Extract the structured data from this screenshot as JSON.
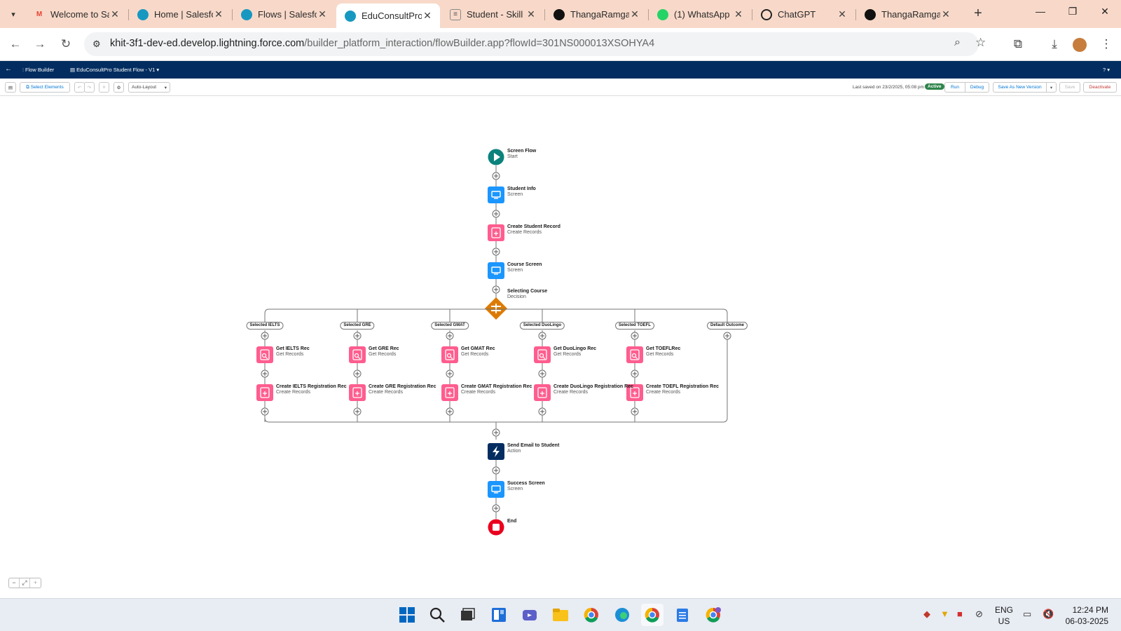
{
  "browser": {
    "tabs": [
      {
        "title": "Welcome to Sa",
        "icon": "gmail-icon",
        "active": false
      },
      {
        "title": "Home | Salesfo",
        "icon": "salesforce-icon",
        "active": false
      },
      {
        "title": "Flows | Salesfo",
        "icon": "salesforce-icon",
        "active": false
      },
      {
        "title": "EduConsultPro",
        "icon": "salesforce-icon",
        "active": true
      },
      {
        "title": "Student - Skill",
        "icon": "document-icon",
        "active": false
      },
      {
        "title": "ThangaRamga",
        "icon": "github-icon",
        "active": false
      },
      {
        "title": "(1) WhatsApp",
        "icon": "whatsapp-icon",
        "active": false
      },
      {
        "title": "ChatGPT",
        "icon": "chatgpt-icon",
        "active": false
      },
      {
        "title": "ThangaRamga",
        "icon": "github-icon",
        "active": false
      }
    ],
    "url_host": "khit-3f1-dev-ed.develop.lightning.force.com",
    "url_path": "/builder_platform_interaction/flowBuilder.app?flowId=301NS000013XSOHYA4"
  },
  "sf_header": {
    "app_name": "Flow Builder",
    "flow_name": "EduConsultPro Student Flow - V1",
    "help": "?"
  },
  "toolbar": {
    "select_elements": "Select Elements",
    "layout": "Auto-Layout",
    "last_saved": "Last saved on 23/2/2025, 05:08 pm",
    "status": "Active",
    "run": "Run",
    "debug": "Debug",
    "save_as": "Save As New Version",
    "save": "Save",
    "deactivate": "Deactivate"
  },
  "flow": {
    "main": [
      {
        "name": "Screen Flow",
        "type": "Start",
        "kind": "start"
      },
      {
        "name": "Student Info",
        "type": "Screen",
        "kind": "screen"
      },
      {
        "name": "Create Student Record",
        "type": "Create Records",
        "kind": "create"
      },
      {
        "name": "Course Screen",
        "type": "Screen",
        "kind": "screen"
      },
      {
        "name": "Selecting Course",
        "type": "Decision",
        "kind": "decision"
      }
    ],
    "branches": [
      {
        "label": "Selected IELTS",
        "get": {
          "name": "Get IELTS Rec",
          "type": "Get Records"
        },
        "create": {
          "name": "Create IELTS Registration Rec",
          "type": "Create Records"
        }
      },
      {
        "label": "Selected GRE",
        "get": {
          "name": "Get GRE Rec",
          "type": "Get Records"
        },
        "create": {
          "name": "Create GRE Registration Rec",
          "type": "Create Records"
        }
      },
      {
        "label": "Selected GMAT",
        "get": {
          "name": "Get GMAT Rec",
          "type": "Get Records"
        },
        "create": {
          "name": "Create GMAT Registration Rec",
          "type": "Create Records"
        }
      },
      {
        "label": "Selected DuoLingo",
        "get": {
          "name": "Get DuoLingo Rec",
          "type": "Get Records"
        },
        "create": {
          "name": "Create DuoLingo Registration Rec",
          "type": "Create Records"
        }
      },
      {
        "label": "Selected TOEFL",
        "get": {
          "name": "Get TOEFLRec",
          "type": "Get Records"
        },
        "create": {
          "name": "Create TOEFL Registration Rec",
          "type": "Create Records"
        }
      },
      {
        "label": "Default Outcome",
        "get": null,
        "create": null
      }
    ],
    "tail": [
      {
        "name": "Send Email to Student",
        "type": "Action",
        "kind": "action"
      },
      {
        "name": "Success Screen",
        "type": "Screen",
        "kind": "screen"
      },
      {
        "name": "End",
        "type": "",
        "kind": "end"
      }
    ]
  },
  "taskbar": {
    "language": "ENG",
    "region": "US",
    "time": "12:24 PM",
    "date": "06-03-2025"
  },
  "colors": {
    "start": "#0b827c",
    "screen": "#1b96ff",
    "records": "#ff5d8f",
    "decision": "#dd7a01",
    "action": "#032d60",
    "end": "#ea001e",
    "connector": "#747474"
  }
}
